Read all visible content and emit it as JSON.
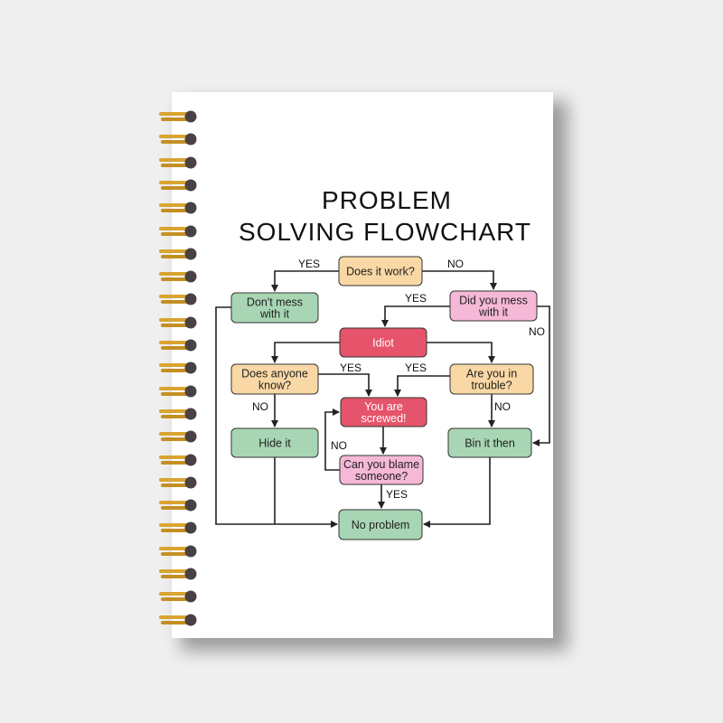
{
  "title_line1": "PROBLEM",
  "title_line2": "SOLVING FLOWCHART",
  "colors": {
    "question": "#f9d8a5",
    "question_pink": "#f5b8d6",
    "red": "#e5546a",
    "green": "#a8d6b4",
    "stroke": "#222222",
    "ring_gold": "#d9a430"
  },
  "nodes": {
    "does_it_work": [
      "Does it work?"
    ],
    "dont_mess": [
      "Don't mess",
      "with it"
    ],
    "did_you_mess": [
      "Did you mess",
      "with it"
    ],
    "idiot": [
      "Idiot"
    ],
    "anyone_know": [
      "Does anyone",
      "know?"
    ],
    "in_trouble": [
      "Are you in",
      "trouble?"
    ],
    "screwed": [
      "You are",
      "screwed!"
    ],
    "hide_it": [
      "Hide it"
    ],
    "bin_it": [
      "Bin it then"
    ],
    "blame": [
      "Can you blame",
      "someone?"
    ],
    "no_problem": [
      "No problem"
    ]
  },
  "edge_labels": {
    "work_yes": "YES",
    "work_no": "NO",
    "mess_yes": "YES",
    "mess_no": "NO",
    "know_yes": "YES",
    "know_no": "NO",
    "trouble_yes": "YES",
    "trouble_no": "NO",
    "blame_no": "NO",
    "blame_yes": "YES"
  }
}
